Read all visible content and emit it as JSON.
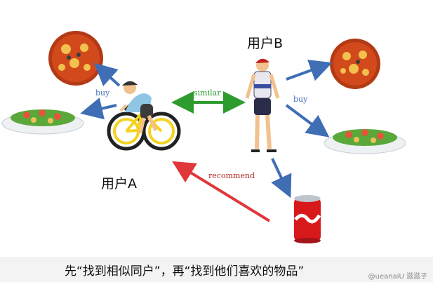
{
  "users": {
    "a": "用户A",
    "b": "用户B"
  },
  "edges": {
    "buy_a": "buy",
    "buy_b": "buy",
    "similar": "similar",
    "recommend": "recommend"
  },
  "caption": "先“找到相似同户”，再“找到他们喜欢的物品”",
  "watermark": "@ueanaiU 滋滋子",
  "colors": {
    "buy_arrow": "#3f6eb5",
    "similar_arrow": "#2e9b2e",
    "recommend_arrow": "#e0373a",
    "pizza": "#d24a1c",
    "salad_leaf": "#5aa83a",
    "can": "#d8191c"
  },
  "icons": {
    "cyclist": "cyclist-icon",
    "cyclist_user": "standing-cyclist-icon",
    "pizza": "pizza-icon",
    "salad": "salad-plate-icon",
    "can": "soda-can-icon"
  }
}
